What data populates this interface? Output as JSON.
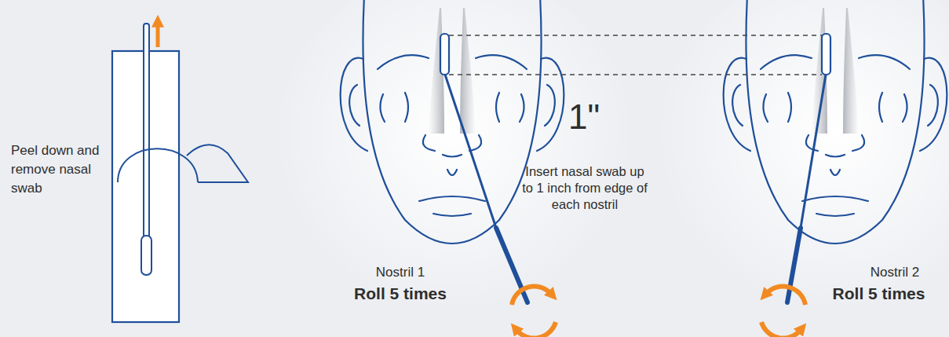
{
  "diagram": {
    "labels": [
      "Peel down and remove nasal swab",
      "1\"",
      "Insert nasal swab up to 1 inch from edge of each nostril",
      "Nostril 1",
      "Roll 5 times",
      "Nostril 2",
      "Roll 5 times"
    ]
  }
}
